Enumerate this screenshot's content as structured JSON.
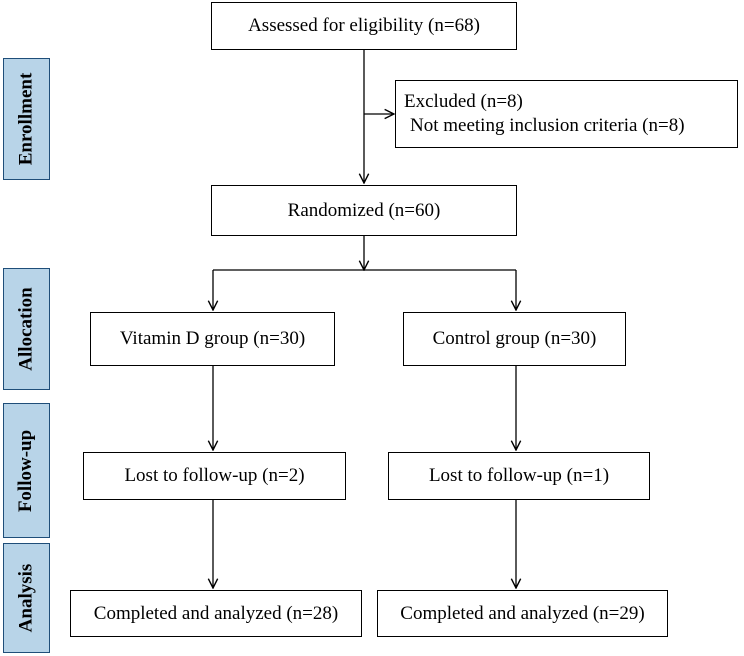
{
  "stages": {
    "enrollment": "Enrollment",
    "allocation": "Allocation",
    "followup": "Follow-up",
    "analysis": "Analysis"
  },
  "boxes": {
    "assessed": "Assessed for eligibility (n=68)",
    "excluded_title": "Excluded (n=8)",
    "excluded_reason": "Not meeting inclusion criteria (n=8)",
    "randomized": "Randomized (n=60)",
    "vitd_group": "Vitamin D group (n=30)",
    "control_group": "Control group (n=30)",
    "lost_vitd": "Lost to follow-up (n=2)",
    "lost_control": "Lost to follow-up (n=1)",
    "completed_vitd": "Completed and analyzed (n=28)",
    "completed_control": "Completed and analyzed (n=29)"
  },
  "colors": {
    "stage_fill": "#b8d4e8",
    "stage_border": "#1f4e79",
    "line": "#000000"
  }
}
